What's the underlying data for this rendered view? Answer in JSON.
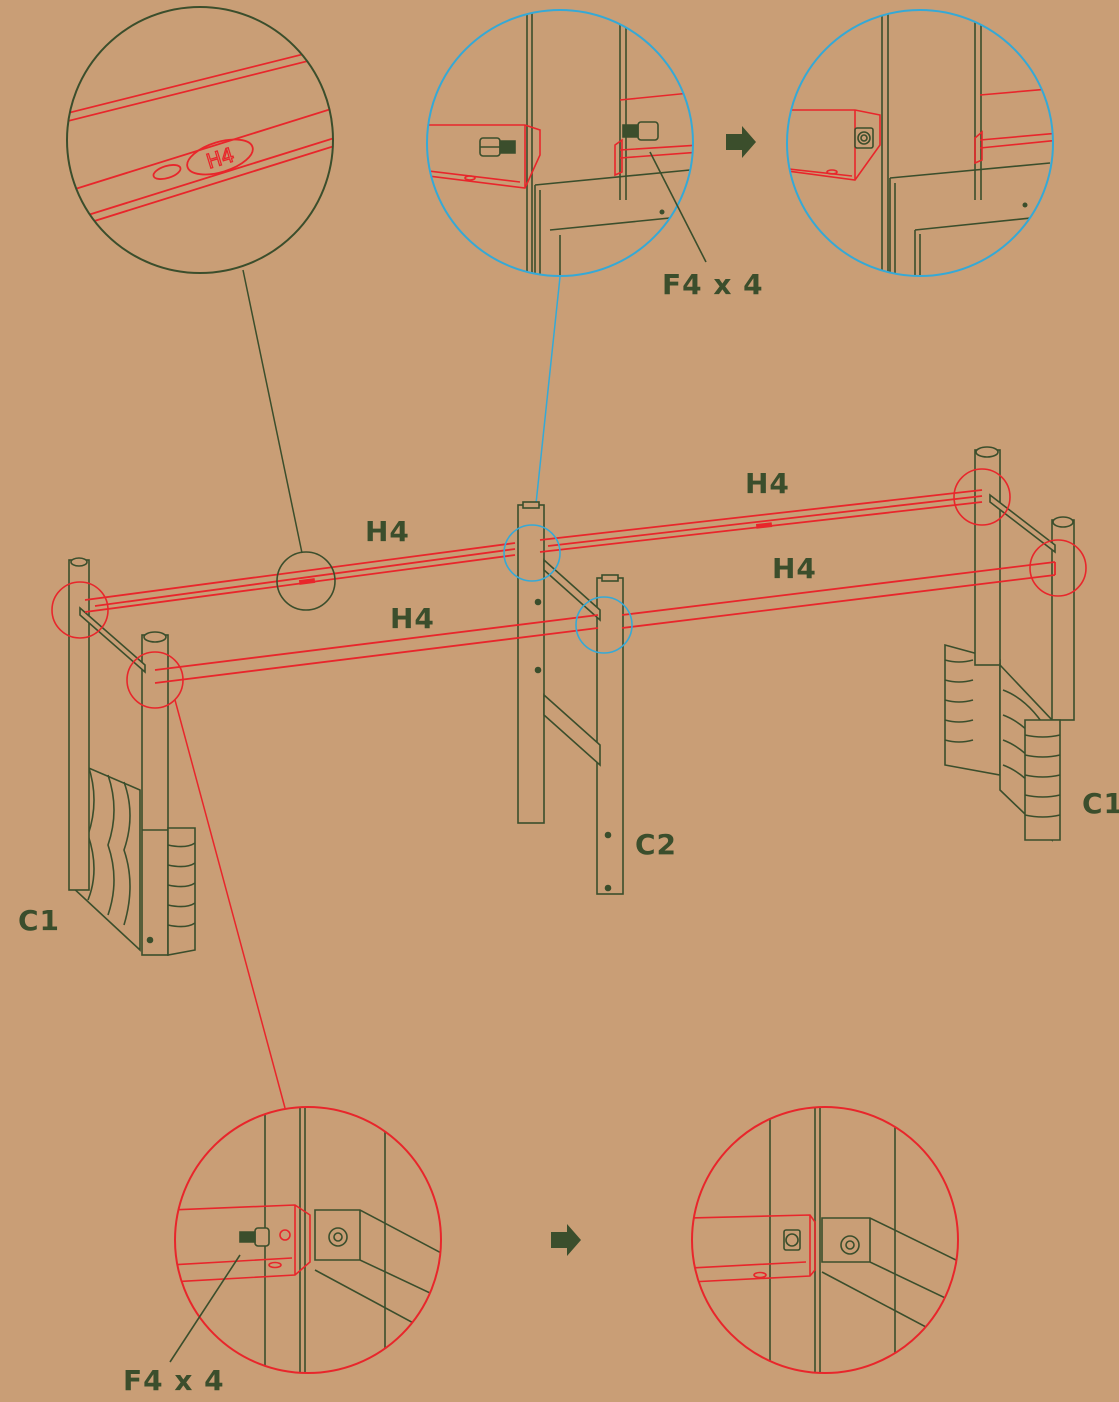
{
  "colors": {
    "background": "#c99e76",
    "outline": "#3b4e2c",
    "part_highlight": "#e8262b",
    "callout_blue": "#35a9d6",
    "label": "#3b4e2c"
  },
  "labels": {
    "h4_top_left": "H4",
    "h4_top_right": "H4",
    "h4_mid_left": "H4",
    "h4_mid_right": "H4",
    "c1_left": "C1",
    "c1_right": "C1",
    "c2": "C2",
    "fastener_top": "F4 x 4",
    "fastener_bottom": "F4 x 4",
    "detail_part_stamp": "H4"
  },
  "icons": {
    "step_arrow": "right-arrow-icon"
  }
}
